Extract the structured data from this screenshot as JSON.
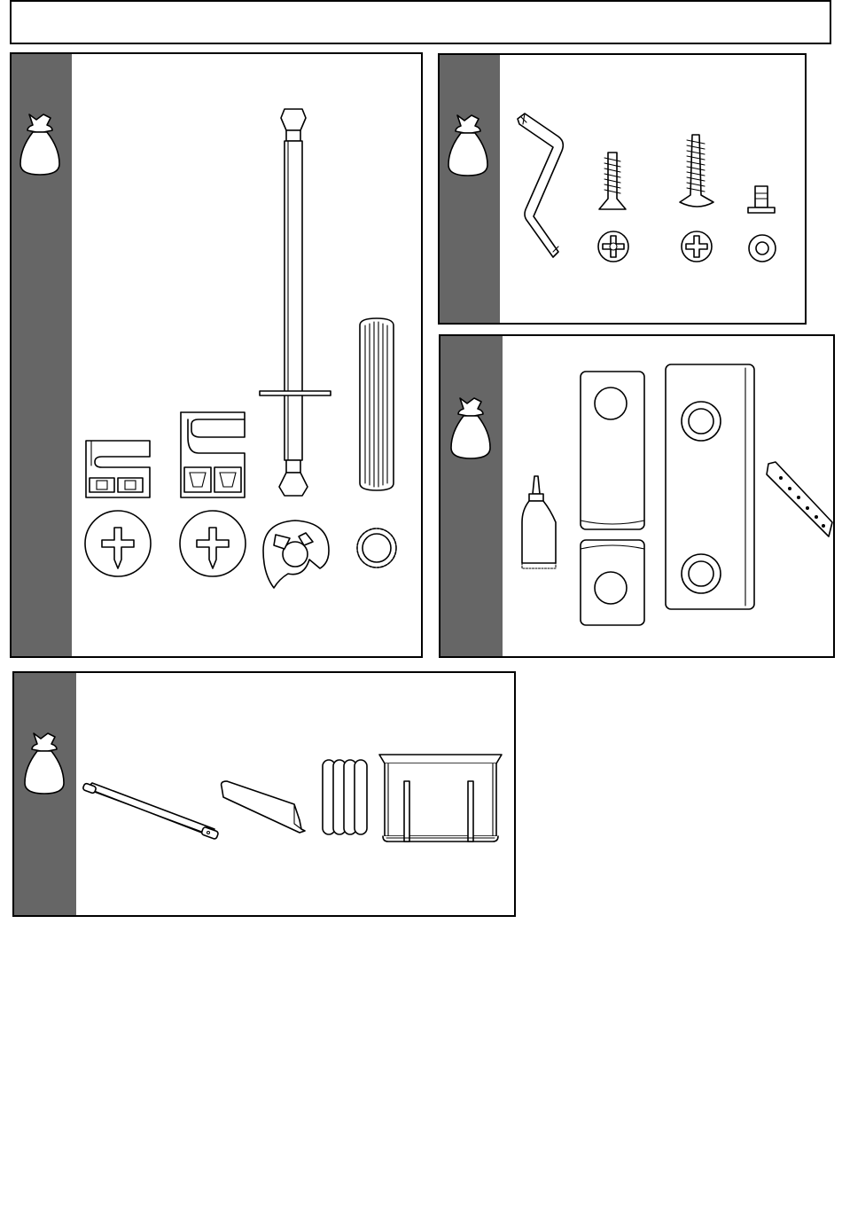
{
  "page": {
    "header_text": ""
  },
  "colors": {
    "strip": "#666666",
    "outline": "#000000",
    "paper": "#ffffff"
  },
  "panels": [
    {
      "id": "panel-1",
      "bag_icon": "bag-icon",
      "parts": [
        "cam-housing-single",
        "cam-housing-double",
        "dowel-bolt",
        "wood-dowel",
        "cam-lock-disc"
      ]
    },
    {
      "id": "panel-2",
      "bag_icon": "bag-icon",
      "parts": [
        "allen-key",
        "countersunk-screw",
        "wood-screw",
        "insert-nut"
      ]
    },
    {
      "id": "panel-3",
      "bag_icon": "bag-icon",
      "parts": [
        "glue-tube",
        "hinge-plate-long",
        "hinge-plate-short",
        "mounting-plate",
        "perforated-strip"
      ]
    },
    {
      "id": "panel-4",
      "bag_icon": "bag-icon",
      "parts": [
        "rod-with-end-caps",
        "shelf-support-bracket",
        "felt-pads",
        "drawer-runner-clip"
      ]
    }
  ]
}
